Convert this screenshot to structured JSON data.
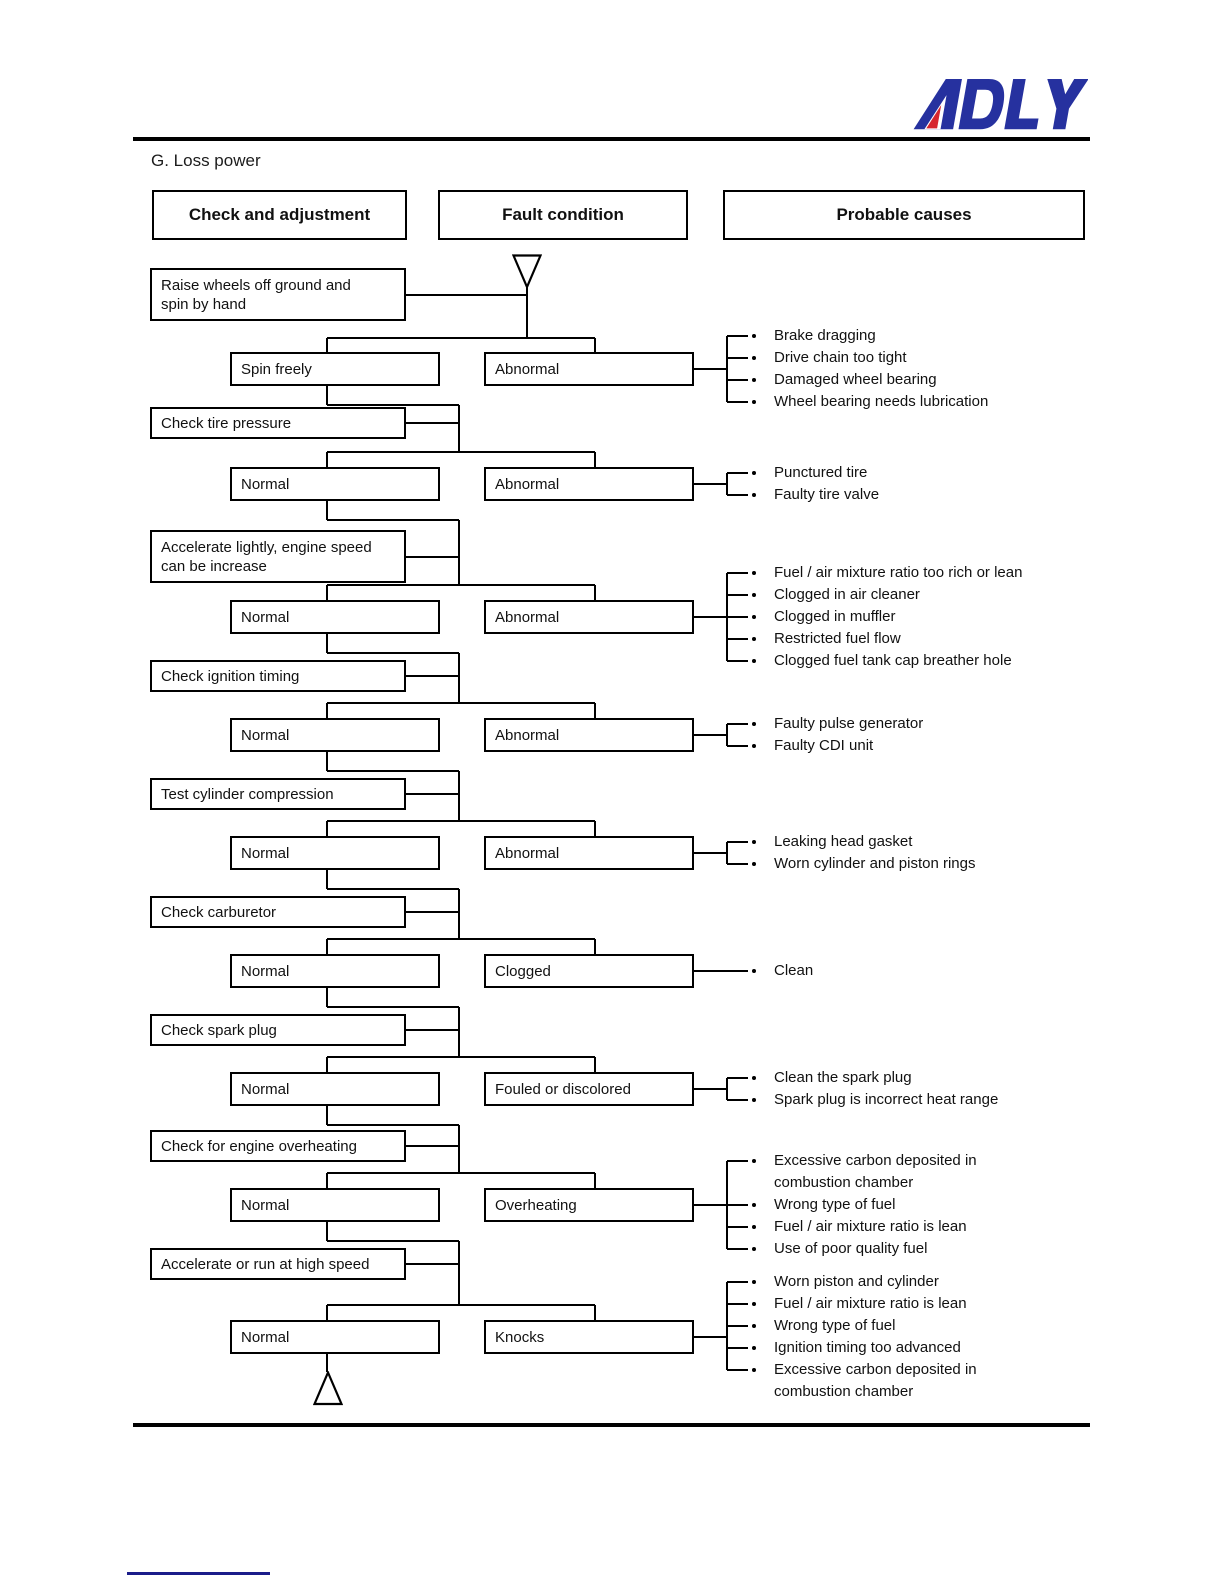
{
  "page": {
    "title": "G. Loss power",
    "logo_text": "ADLY",
    "logo_blue": "#26319f",
    "logo_red": "#d6252e",
    "footer_line_color": "#1b1d8a"
  },
  "headers": [
    {
      "label": "Check and adjustment"
    },
    {
      "label": "Fault condition"
    },
    {
      "label": "Probable causes"
    }
  ],
  "stages": [
    {
      "action_lines": [
        "Raise wheels off ground and",
        "spin by hand"
      ],
      "result": "Spin freely",
      "fault": "Abnormal",
      "causes": [
        {
          "lines": [
            "Brake dragging"
          ]
        },
        {
          "lines": [
            "Drive chain too tight"
          ]
        },
        {
          "lines": [
            "Damaged wheel bearing"
          ]
        },
        {
          "lines": [
            "Wheel bearing needs lubrication"
          ]
        }
      ]
    },
    {
      "action_lines": [
        "Check tire pressure"
      ],
      "result": "Normal",
      "fault": "Abnormal",
      "causes": [
        {
          "lines": [
            "Punctured tire"
          ]
        },
        {
          "lines": [
            "Faulty tire valve"
          ]
        }
      ]
    },
    {
      "action_lines": [
        "Accelerate lightly, engine speed",
        "can be increase"
      ],
      "result": "Normal",
      "fault": "Abnormal",
      "causes": [
        {
          "lines": [
            "Fuel / air mixture ratio too rich or lean"
          ]
        },
        {
          "lines": [
            "Clogged in air cleaner"
          ]
        },
        {
          "lines": [
            "Clogged in muffler"
          ]
        },
        {
          "lines": [
            "Restricted fuel flow"
          ]
        },
        {
          "lines": [
            "Clogged fuel tank cap breather hole"
          ]
        }
      ]
    },
    {
      "action_lines": [
        "Check ignition timing"
      ],
      "result": "Normal",
      "fault": "Abnormal",
      "causes": [
        {
          "lines": [
            "Faulty pulse generator"
          ]
        },
        {
          "lines": [
            "Faulty CDI unit"
          ]
        }
      ]
    },
    {
      "action_lines": [
        "Test cylinder compression"
      ],
      "result": "Normal",
      "fault": "Abnormal",
      "causes": [
        {
          "lines": [
            "Leaking head gasket"
          ]
        },
        {
          "lines": [
            "Worn cylinder and piston rings"
          ]
        }
      ]
    },
    {
      "action_lines": [
        "Check carburetor"
      ],
      "result": "Normal",
      "fault": "Clogged",
      "causes": [
        {
          "lines": [
            "Clean"
          ]
        }
      ]
    },
    {
      "action_lines": [
        "Check spark plug"
      ],
      "result": "Normal",
      "fault": "Fouled or discolored",
      "causes": [
        {
          "lines": [
            "Clean the spark plug"
          ]
        },
        {
          "lines": [
            "Spark plug is incorrect heat range"
          ]
        }
      ]
    },
    {
      "action_lines": [
        "Check for engine overheating"
      ],
      "result": "Normal",
      "fault": "Overheating",
      "causes": [
        {
          "lines": [
            "Excessive carbon deposited in",
            "combustion chamber"
          ]
        },
        {
          "lines": [
            "Wrong type of fuel"
          ]
        },
        {
          "lines": [
            "Fuel / air mixture ratio is lean"
          ]
        },
        {
          "lines": [
            "Use of poor quality fuel"
          ]
        }
      ]
    },
    {
      "action_lines": [
        "Accelerate or run at high speed"
      ],
      "result": "Normal",
      "fault": "Knocks",
      "causes": [
        {
          "lines": [
            "Worn piston and cylinder"
          ]
        },
        {
          "lines": [
            "Fuel / air mixture ratio is lean"
          ]
        },
        {
          "lines": [
            "Wrong type of fuel"
          ]
        },
        {
          "lines": [
            "Ignition timing too advanced"
          ]
        },
        {
          "lines": [
            "Excessive carbon deposited in",
            "combustion chamber"
          ]
        }
      ]
    }
  ]
}
